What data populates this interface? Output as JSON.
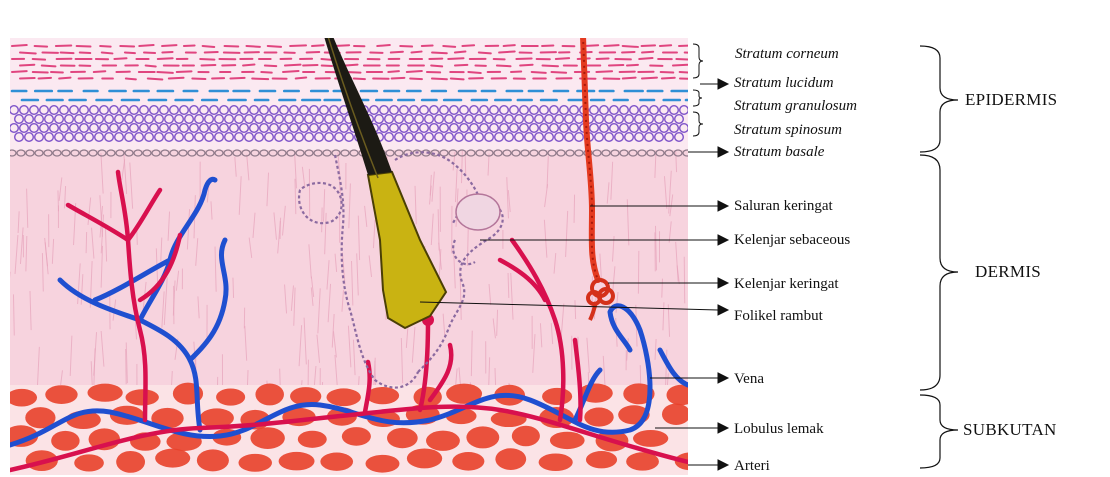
{
  "labels": {
    "stratum_corneum": "Stratum corneum",
    "stratum_lucidum": "Stratum lucidum",
    "stratum_granulosum": "Stratum granulosum",
    "stratum_spinosum": "Stratum spinosum",
    "stratum_basale": "Stratum basale",
    "saluran_keringat": "Saluran keringat",
    "kelenjar_sebaceous": "Kelenjar sebaceous",
    "kelenjar_keringat": "Kelenjar keringat",
    "folikel_rambut": "Folikel rambut",
    "vena": "Vena",
    "lobulus_lemak": "Lobulus lemak",
    "arteri": "Arteri"
  },
  "groups": {
    "epidermis": "EPIDERMIS",
    "dermis": "DERMIS",
    "subkutan": "SUBKUTAN"
  },
  "colors": {
    "corneum": "#e0457f",
    "lucidum": "#2f8fd6",
    "spinosum": "#7d52c9",
    "dermis_bg": "#f7d3de",
    "dermis_fiber": "#e7a3bb",
    "fat": "#e8402a",
    "artery": "#d8104e",
    "vein": "#1f4fd0",
    "follicle": "#c9b312",
    "sweat_duct": "#e43a20"
  }
}
